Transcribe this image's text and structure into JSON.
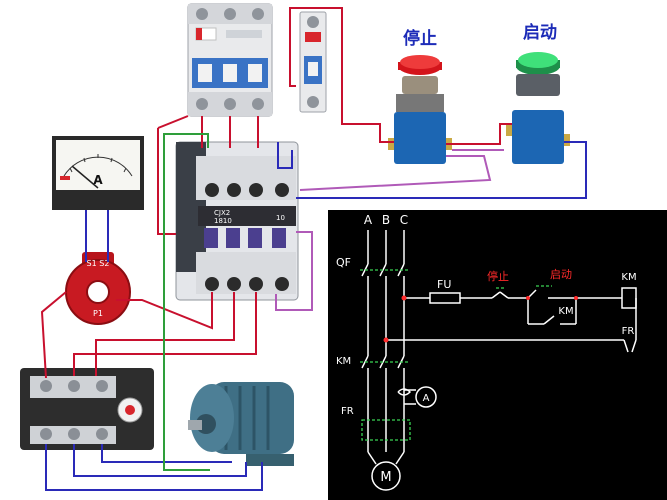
{
  "buttons": {
    "stop": "停止",
    "start": "启动"
  },
  "meter": {
    "unit": "A"
  },
  "ct": {
    "marks": "S1 S2",
    "label": "P1"
  },
  "contactor": {
    "model": "CJX2",
    "code": "1810",
    "aux": "10"
  },
  "schematic": {
    "phase_a": "A",
    "phase_b": "B",
    "phase_c": "C",
    "qf": "QF",
    "fu": "FU",
    "stop": "停止",
    "start": "启动",
    "km": "KM",
    "fr": "FR",
    "ammeter": "A",
    "motor": "M"
  },
  "colors": {
    "wire_red": "#c8102e",
    "wire_blue": "#2a2ab8",
    "wire_green": "#2e9e3a",
    "wire_purple": "#b05ab8",
    "label_red": "#ff2a2a",
    "schem_white": "#ffffff",
    "schem_green": "#39d353",
    "button_blue": "#1c66b3"
  }
}
